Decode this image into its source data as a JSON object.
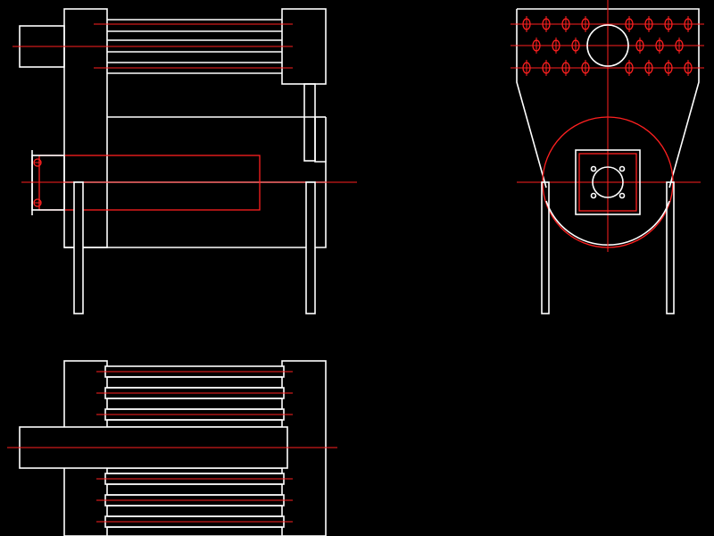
{
  "drawing": {
    "background": "#000000",
    "line_color": "#ffffff",
    "centerline_color": "#ff2020",
    "views": [
      "front-view",
      "side-view",
      "top-view"
    ]
  }
}
